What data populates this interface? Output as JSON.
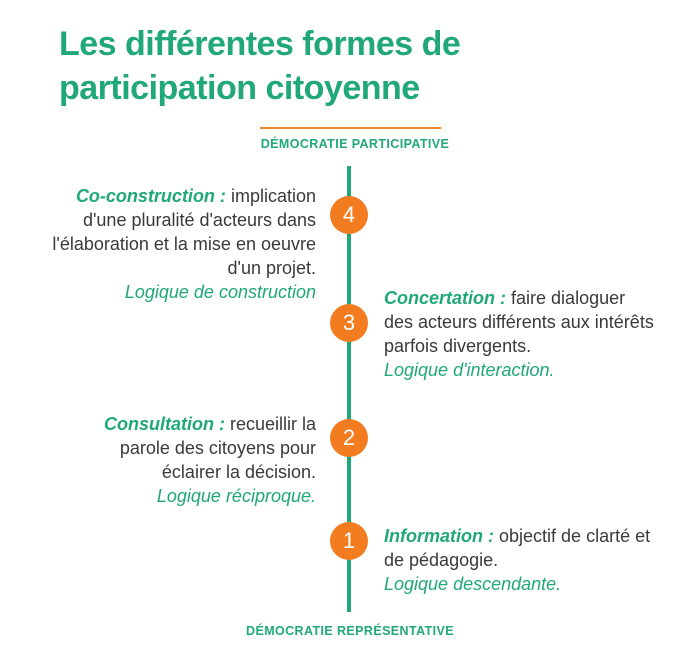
{
  "title": {
    "line1": "Les différentes formes de",
    "line2": "participation citoyenne"
  },
  "axis": {
    "top_label": "DÉMOCRATIE PARTICIPATIVE",
    "bottom_label": "DÉMOCRATIE REPRÉSENTATIVE"
  },
  "levels": [
    {
      "number": "4",
      "term": "Co-construction :",
      "description": "implication d'une pluralité d'acteurs dans l'élaboration et la mise en oeuvre d'un projet.",
      "logic": "Logique de construction"
    },
    {
      "number": "3",
      "term": "Concertation :",
      "description": "faire dialoguer des acteurs différents aux intérêts parfois divergents.",
      "logic": "Logique d'interaction."
    },
    {
      "number": "2",
      "term": "Consultation :",
      "description": "recueillir la parole des citoyens pour éclairer la décision.",
      "logic": "Logique réciproque."
    },
    {
      "number": "1",
      "term": "Information :",
      "description": "objectif de clarté et de pédagogie.",
      "logic": "Logique descendante."
    }
  ],
  "colors": {
    "accent_green": "#20a878",
    "accent_orange": "#f37c20",
    "text": "#3a3a3a"
  }
}
